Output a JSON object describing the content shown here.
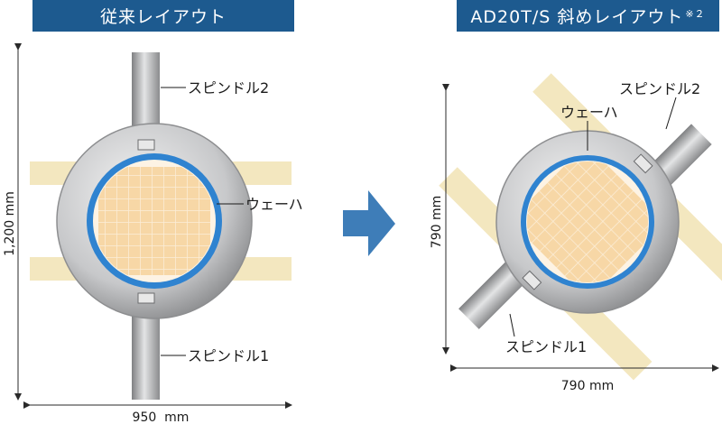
{
  "conventional_layout": {
    "title": "従来レイアウト",
    "spindle_top_label": "スピンドル2",
    "spindle_bottom_label": "スピンドル1",
    "wafer_label": "ウェーハ",
    "height_dim": "1,200 mm",
    "width_dim": "950  mm"
  },
  "diagonal_layout": {
    "title": "AD20T/S 斜めレイアウト",
    "title_note": "※２",
    "spindle_top_label": "スピンドル2",
    "spindle_bottom_label": "スピンドル1",
    "wafer_label": "ウェーハ",
    "height_dim": "790 mm",
    "width_dim": "790 mm"
  },
  "colors": {
    "banner": "#1d5a8f",
    "arrow": "#3e7db8",
    "band": "#f3e7bf",
    "wafer_ring": "#2f83d0",
    "die": "#f7d7a6"
  }
}
